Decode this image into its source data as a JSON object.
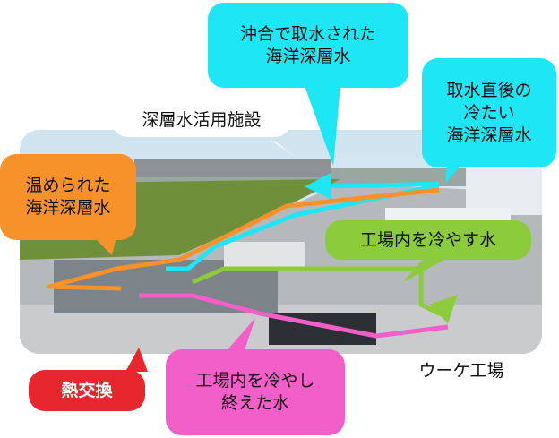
{
  "labels": {
    "offshore_intake": "沖合で取水された\n海洋深層水",
    "cold_after_intake": "取水直後の\n冷たい\n海洋深層水",
    "facility": "深層水活用施設",
    "warmed_water": "温められた\n海洋深層水",
    "factory_cooling_water": "工場内を冷やす水",
    "heat_exchange": "熱交換",
    "used_cooling_water": "工場内を冷やし\n終えた水",
    "factory": "ウーケ工場"
  },
  "colors": {
    "cyan": "#1ee6f5",
    "orange": "#f7922a",
    "green": "#8ccb3c",
    "pink": "#f25fc8",
    "red": "#e8262e"
  }
}
